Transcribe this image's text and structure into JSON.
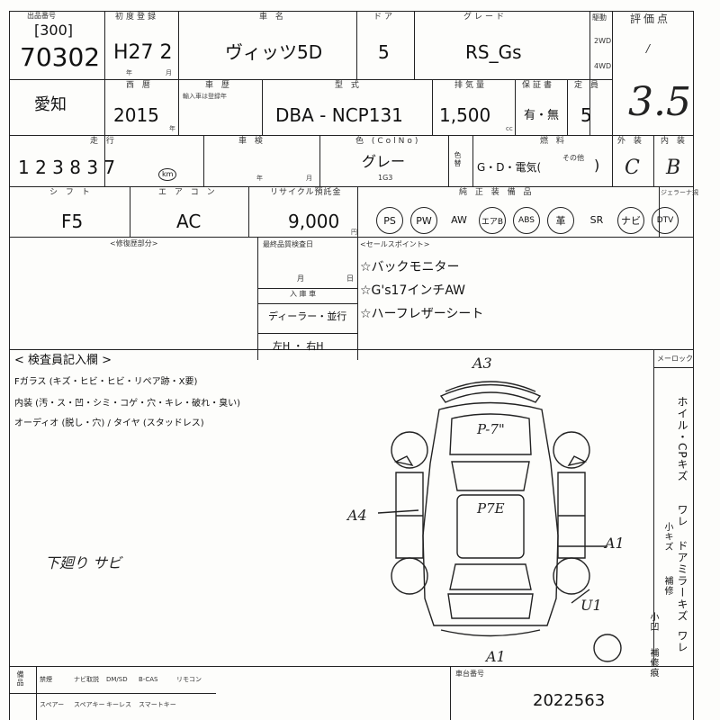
{
  "header": {
    "lane_label": "出品番号",
    "lane_no": "[300]",
    "lot_no": "70302",
    "first_reg_label": "初度登録",
    "first_reg": "H27 2",
    "year_label": "年",
    "month_label": "月",
    "model_label": "車 名",
    "model": "ヴィッツ5D",
    "doors_label": "ドア",
    "doors": "5",
    "grade_label": "グレード",
    "grade": "RS_Gs",
    "drive_label": "駆動",
    "drive_2wd": "2WD",
    "drive_4wd": "4WD",
    "score_label": "評価点"
  },
  "row2": {
    "region": "愛知",
    "year_label": "西 暦",
    "year": "2015",
    "year_unit": "年",
    "cert_label": "車 歴",
    "cert_sub": "輸入車は登録年",
    "type_label": "型 式",
    "type": "DBA - NCP131",
    "cc_label": "排気量",
    "cc": "1,500",
    "cc_unit": "cc",
    "warranty_label": "保証書",
    "warranty": "有・無",
    "seats_label": "定 員",
    "seats": "5",
    "score_hw": "3.5"
  },
  "row3": {
    "mileage_label": "走 行",
    "mileage": "1 2 3 8 3 7",
    "km_unit": "km",
    "shaken_label": "車 検",
    "year_label": "年",
    "month_label": "月",
    "color_label": "色 (ColNo)",
    "color": "グレー",
    "color_code": "1G3",
    "color_change_label": "色替",
    "fuel_label": "燃 料",
    "fuel": "G・D・電気(",
    "fuel_other": "その他",
    "fuel_close": ")",
    "ext_label": "外 装",
    "int_label": "内 装",
    "ext_hw": "C",
    "int_hw": "B"
  },
  "row4": {
    "shift_label": "シ フ ト",
    "shift": "F5",
    "ac_label": "エ ア コ ン",
    "ac": "AC",
    "recycle_label": "リサイクル預託金",
    "recycle": "9,000",
    "yen": "円",
    "equip_label": "純 正 装 備 品",
    "equip": [
      "PS",
      "PW",
      "AW",
      "エアB",
      "ABS",
      "革",
      "SR",
      "ナビ",
      "DTV"
    ],
    "equip_circled": [
      true,
      true,
      false,
      true,
      true,
      true,
      false,
      true,
      true
    ],
    "diesel_label": "ジェラーナ規"
  },
  "notes": {
    "repair_label": "<修復歴部分>",
    "date_label": "最終品質検査日",
    "month": "月",
    "day": "日",
    "entry_label": "入 庫 車",
    "entry": "ディーラー・並行",
    "handle": "左H ・ 右H",
    "sales_label": "<セールスポイント>",
    "points": [
      "☆バックモニター",
      "☆G's17インチAW",
      "☆ハーフレザーシート"
    ]
  },
  "inspection": {
    "title": "< 検査員記入欄 >",
    "glass": "Fガラス (キズ・ヒビ・ヒビ・リペア跡・X要)",
    "interior": "内装 (汚・ス・凹・シミ・コゲ・穴・キレ・破れ・臭い)",
    "audio": "オーディオ (脱し・穴) / タイヤ (スタッドレス)",
    "handwritten": "下廻り サビ",
    "memo_label": "メーロック"
  },
  "diagram": {
    "top_mark": "A3",
    "roof_mark": "P-7\"",
    "center_mark": "P7E",
    "left_mark": "A4",
    "right_mark": "A1",
    "lower_right_mark": "U1",
    "bottom_mark": "A1"
  },
  "side_legend": [
    "ホイル・CPキズ",
    "ワレ",
    "ドアミラーキズ",
    "ワレ",
    "小キズ",
    "補修",
    "小凹",
    "補修痕"
  ],
  "footer": {
    "row1": [
      "禁煙",
      "ナビ取説",
      "DM/SD",
      "B-CAS",
      "リモコン"
    ],
    "row2": [
      "スペアー",
      "スペアキー",
      "キーレス",
      "スマートキー"
    ],
    "side_label": "備品",
    "body_no_label": "車台番号",
    "body_no": "2022563"
  }
}
